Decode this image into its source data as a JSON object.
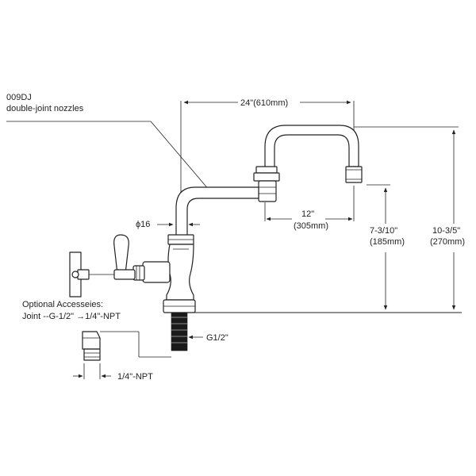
{
  "model": {
    "code": "009DJ",
    "description": "double-joint nozzles"
  },
  "dimensions": {
    "overall_reach": "24\"(610mm)",
    "nozzle_reach": "12\"",
    "nozzle_reach_mm": "(305mm)",
    "spout_height": "7-3/10\"",
    "spout_height_mm": "(185mm)",
    "overall_height": "10-3/5\"",
    "overall_height_mm": "(270mm)",
    "pipe_diameter": "ϕ16",
    "inlet_thread": "G1/2\""
  },
  "accessories": {
    "heading": "Optional Accesseies:",
    "joint_line": "Joint --G-1/2\"  →1/4\"-NPT",
    "thread_label": "1/4\"-NPT"
  },
  "colors": {
    "line": "#222222",
    "fill": "#ffffff",
    "thread": "#1a1a1a"
  }
}
